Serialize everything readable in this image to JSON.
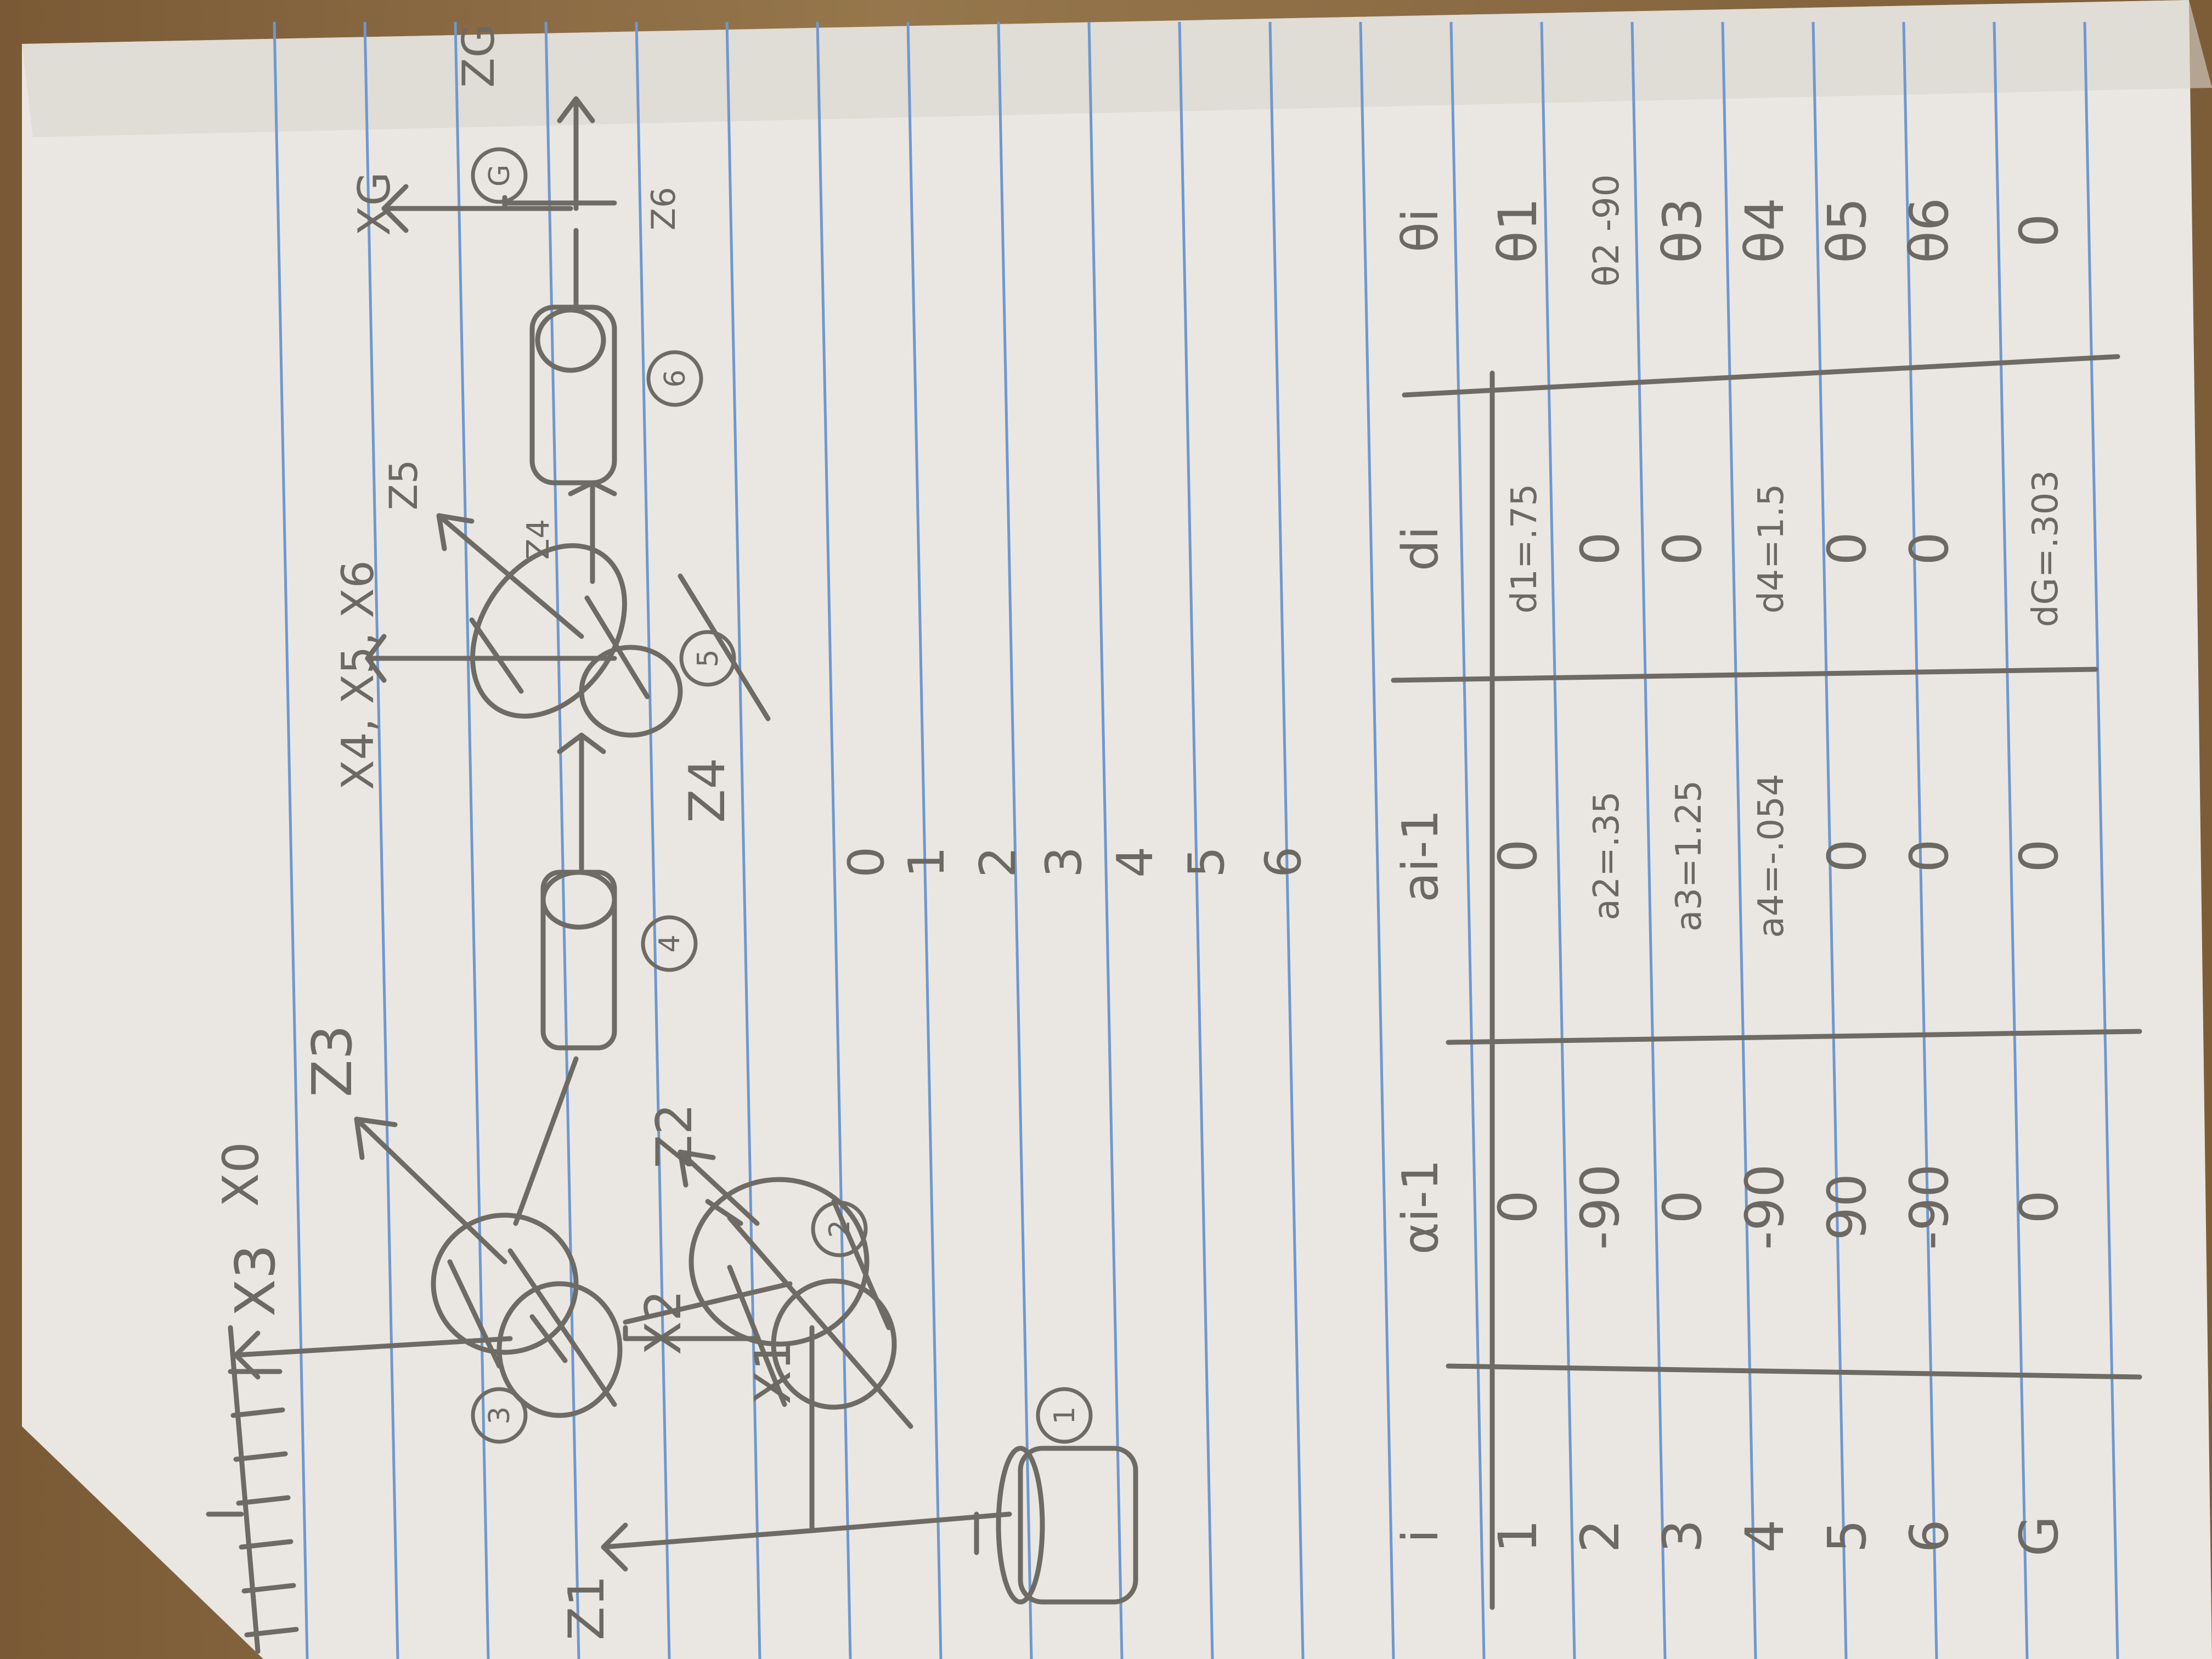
{
  "diagram": {
    "joint_numbers": [
      "1",
      "2",
      "3",
      "4",
      "5",
      "6",
      "G"
    ],
    "frame_labels": {
      "x0": "X0",
      "x1": "X1",
      "x2": "X2",
      "x3": "X3",
      "x4_x5_x6": "X4, X5, X6",
      "xg": "XG",
      "z1": "Z1",
      "z2": "Z2",
      "z3": "Z3",
      "z4": "Z4",
      "z5": "Z5",
      "z6": "Z6",
      "zg": "ZG",
      "z4b": "Z4"
    },
    "index_list": [
      "0",
      "1",
      "2",
      "3",
      "4",
      "5",
      "6"
    ]
  },
  "table": {
    "headers": [
      "i",
      "αi-1",
      "ai-1",
      "di",
      "θi"
    ],
    "rows": [
      [
        "1",
        "0",
        "0",
        "d1=.75",
        "θ1"
      ],
      [
        "2",
        "-90",
        "a2=.35",
        "0",
        "θ2 -90"
      ],
      [
        "3",
        "0",
        "a3=1.25",
        "0",
        "θ3"
      ],
      [
        "4",
        "-90",
        "a4=-.054",
        "d4=1.5",
        "θ4"
      ],
      [
        "5",
        "90",
        "0",
        "0",
        "θ5"
      ],
      [
        "6",
        "-90",
        "0",
        "0",
        "θ6"
      ],
      [
        "G",
        "0",
        "0",
        "dG=.303",
        "0"
      ]
    ]
  }
}
